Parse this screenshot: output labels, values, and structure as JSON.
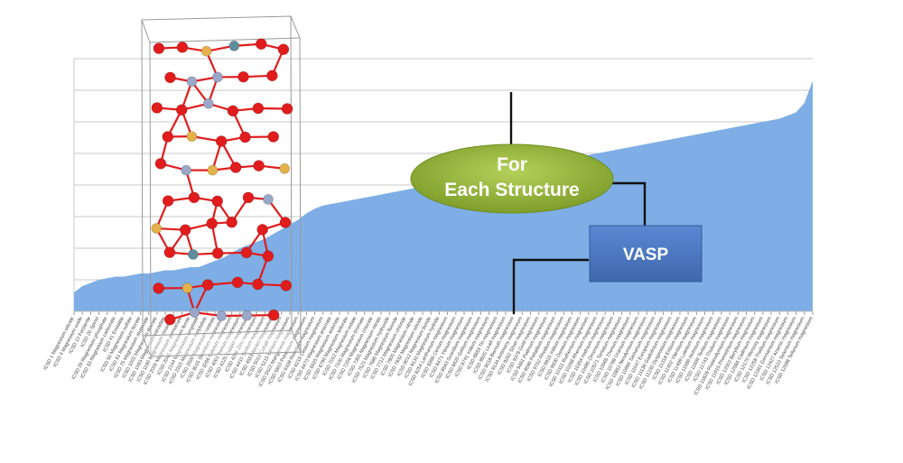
{
  "nodes": {
    "for_each_structure": {
      "line1": "For",
      "line2": "Each Structure",
      "color": "#9bbb3b"
    },
    "vasp": {
      "label": "VASP",
      "color": "#4f7bc6"
    }
  },
  "colors": {
    "area_fill": "#7eaee5",
    "gridline": "#c9c9c9",
    "connector": "#111111",
    "atom_oxygen": "#e11c1c",
    "atom_phosphorus": "#e5b24a",
    "atom_magnesium": "#5e8e9e",
    "atom_other": "#9aa7c9"
  },
  "crystal_structure": {
    "icon": "crystal-structure-unit-cell-image"
  },
  "chart_data": {
    "type": "area",
    "title": "",
    "xlabel": "",
    "ylabel": "",
    "grid": true,
    "gridline_count": 8,
    "ylim": [
      0,
      8
    ],
    "x_tick_labels": [
      "ICSD 1 Magnesium silicate",
      "ICSD 4 Magnesium oxide",
      "ICSD 12 Forsterite",
      "ICSD 20 Spinel",
      "ICSD 29 Magnesium phosphate",
      "ICSD 33 Magnesium carbonate",
      "ICSD 41 Enstatite",
      "ICSD 50 Magnesium sulfate",
      "ICSD 61 Magnesium borate",
      "ICSD 75 Magnesium aluminate",
      "ICSD 1002 Magnesium titanate",
      "ICSD 1093 Magnesium vanadate",
      "ICSD 1190 Magnesium chromate",
      "ICSD 2000 Magnesium germanate",
      "ICSD 2045 Magnesium ferrite",
      "ICSD 2144 Magnesium tungstate",
      "ICSD 2315 Magnesium molybdate",
      "ICSD 2500 Magnesium niobate",
      "ICSD 3015 Strontium magnesium",
      "ICSD 3266 Calcium magnesium",
      "ICSD 4001 Barium magnesium",
      "ICSD 4225 Copper magnesium",
      "ICSD 4290 Zinc magnesium",
      "ICSD 4410 Sodium magnesium",
      "ICSD 4503 Nickel magnesium",
      "ICSD 5012 Cobalt magnesium",
      "ICSD 5215 Lithium magnesium",
      "ICSD 5522 Manganese magnesium",
      "ICSD 5810 Potassium magnesium",
      "ICSD 6108 Rubidium magnesium",
      "ICSD 6219 Cesium magnesium",
      "ICSD 6473 Magnesium arsenate",
      "ICSD 6625 Magnesium selenate",
      "ICSD 6790 Magnesium tellurate",
      "ICSD 7012 Magnesium iodate",
      "ICSD 7100 Magnesium bromate",
      "ICSD 7206 Magnesium chlorate",
      "ICSD 7355 Magnesium nitrate",
      "ICSD 7521 Magnesium hydroxide",
      "ICSD 7685 Magnesium fluoride",
      "ICSD 7712 Magnesium chloride",
      "ICSD 7800 Magnesium nitride",
      "ICSD 7832 Magnesium silicide",
      "ICSD 8012 Magnesium boride",
      "ICSD 8133 Magnesium hydride",
      "ICSD 8254 Lanthanum magnesium",
      "ICSD 8396 Cerium magnesium",
      "ICSD 8471 Yttrium magnesium",
      "ICSD 8543 Scandium magnesium",
      "ICSD 8620 Gallium magnesium",
      "ICSD 8741 Indium magnesium",
      "ICSD 8833 Tin magnesium",
      "ICSD 8920 Lead magnesium",
      "ICSD 9018 Bismuth magnesium",
      "ICSD 9134 Antimony magnesium",
      "ICSD 9262 Silver magnesium",
      "ICSD 9378 Gold magnesium",
      "ICSD 9481 Platinum magnesium",
      "ICSD 9590 Palladium magnesium",
      "ICSD 9702 Rhodium magnesium",
      "ICSD 9815 Iridium magnesium",
      "ICSD 9930 Osmium magnesium",
      "ICSD 10111 Ruthenium magnesium",
      "ICSD 10268 Rhenium magnesium",
      "ICSD 10354 Hafnium magnesium",
      "ICSD 10480 Zirconium magnesium",
      "ICSD 10571 Tantalum magnesium",
      "ICSD 10665 Thorium magnesium",
      "ICSD 10789 Uranium magnesium",
      "ICSD 10852 Neodymium magnesium",
      "ICSD 10960 Samarium magnesium",
      "ICSD 11047 Europium magnesium",
      "ICSD 11139 Gadolinium magnesium",
      "ICSD 11230 Dysprosium magnesium",
      "ICSD 11318 Erbium magnesium",
      "ICSD 11402 Ytterbium magnesium",
      "ICSD 11499 Lutetium magnesium",
      "ICSD 11586 Holmium magnesium",
      "ICSD 11660 Terbium magnesium",
      "ICSD 11743 Thulium magnesium",
      "ICSD 11829 Praseodymium magnesium",
      "ICSD 11915 Promethium magnesium",
      "ICSD 12002 Beryllium magnesium",
      "ICSD 12086 Cadmium magnesium",
      "ICSD 12170 Mercury magnesium",
      "ICSD 12258 Thallium magnesium",
      "ICSD 12341 Germanium magnesium",
      "ICSD 12427 Arsenic magnesium",
      "ICSD 12510 Selenium magnesium",
      "ICSD 12598 Tellurium magnesium"
    ],
    "series": [
      {
        "values": [
          0.6,
          0.8,
          0.9,
          1.0,
          1.05,
          1.1,
          1.1,
          1.15,
          1.2,
          1.2,
          1.25,
          1.3,
          1.3,
          1.35,
          1.4,
          1.4,
          1.5,
          1.6,
          1.7,
          1.85,
          2.0,
          2.1,
          2.2,
          2.3,
          2.45,
          2.6,
          2.75,
          2.9,
          3.1,
          3.25,
          3.35,
          3.4,
          3.45,
          3.5,
          3.55,
          3.6,
          3.65,
          3.7,
          3.75,
          3.8,
          3.85,
          3.9,
          3.95,
          4.0,
          4.05,
          4.1,
          4.15,
          4.2,
          4.25,
          4.3,
          4.35,
          4.4,
          4.45,
          4.5,
          4.55,
          4.6,
          4.65,
          4.7,
          4.75,
          4.8,
          4.85,
          4.9,
          4.95,
          5.0,
          5.05,
          5.1,
          5.15,
          5.2,
          5.25,
          5.3,
          5.35,
          5.4,
          5.45,
          5.5,
          5.55,
          5.6,
          5.65,
          5.7,
          5.75,
          5.8,
          5.85,
          5.9,
          5.95,
          6.0,
          6.05,
          6.1,
          6.2,
          6.3,
          6.6,
          7.3
        ]
      }
    ]
  }
}
